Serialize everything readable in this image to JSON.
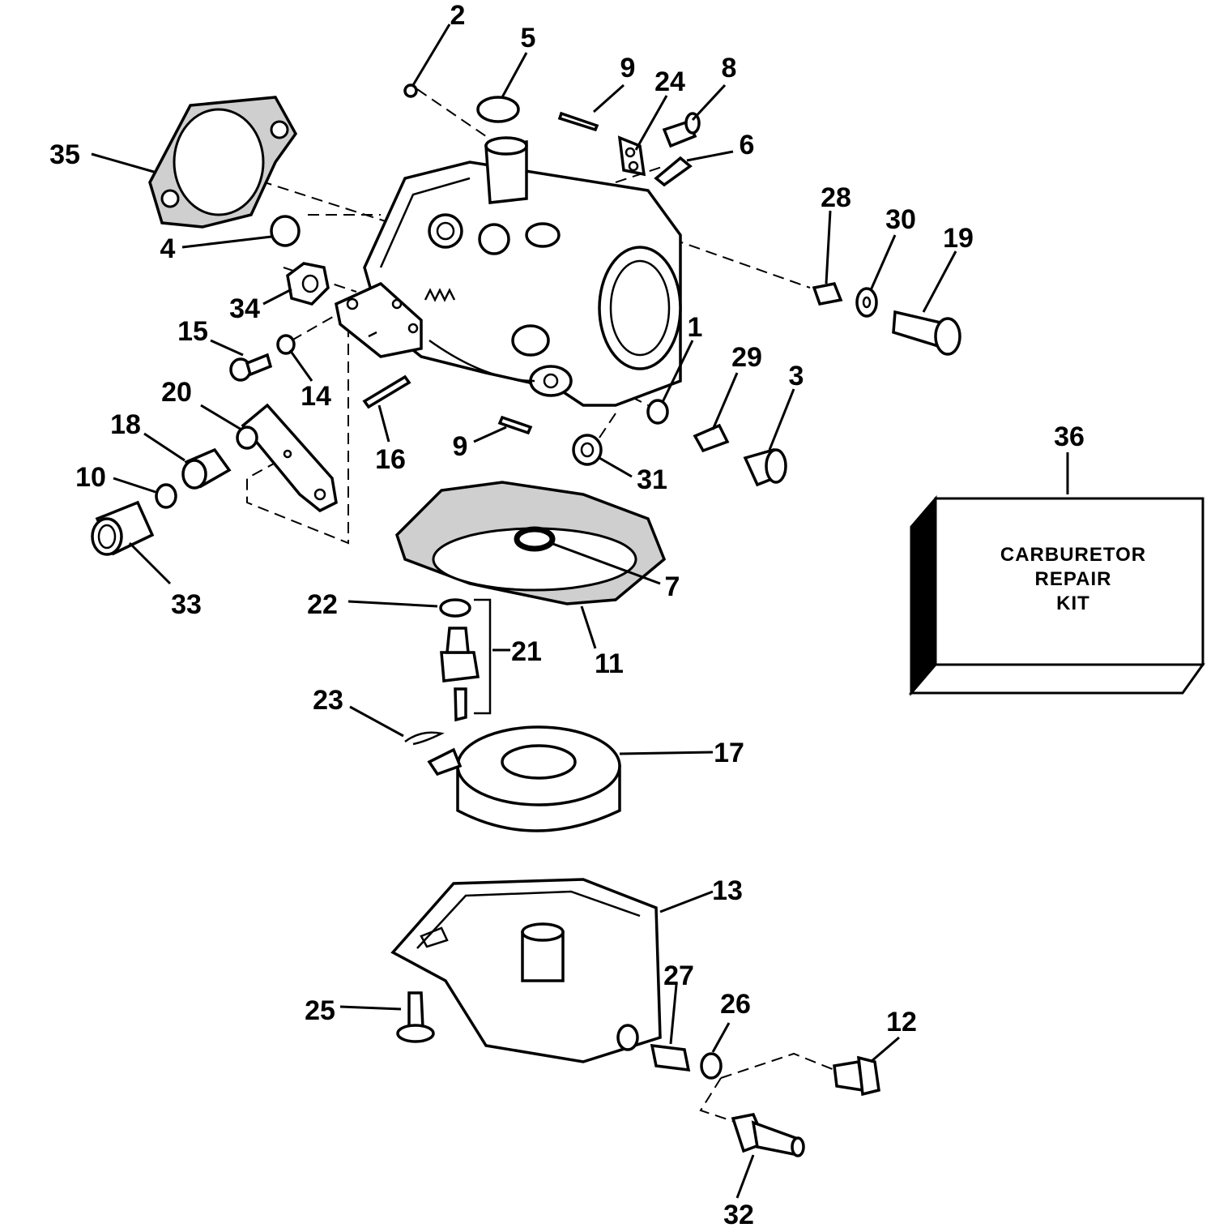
{
  "callouts": [
    "1",
    "2",
    "3",
    "4",
    "5",
    "6",
    "7",
    "8",
    "9",
    "9",
    "10",
    "11",
    "12",
    "13",
    "14",
    "15",
    "16",
    "17",
    "18",
    "19",
    "20",
    "21",
    "22",
    "23",
    "24",
    "25",
    "26",
    "27",
    "28",
    "29",
    "30",
    "31",
    "32",
    "33",
    "34",
    "35",
    "36"
  ],
  "kit_box": {
    "line1": "CARBURETOR",
    "line2": "REPAIR",
    "line3": "KIT"
  }
}
